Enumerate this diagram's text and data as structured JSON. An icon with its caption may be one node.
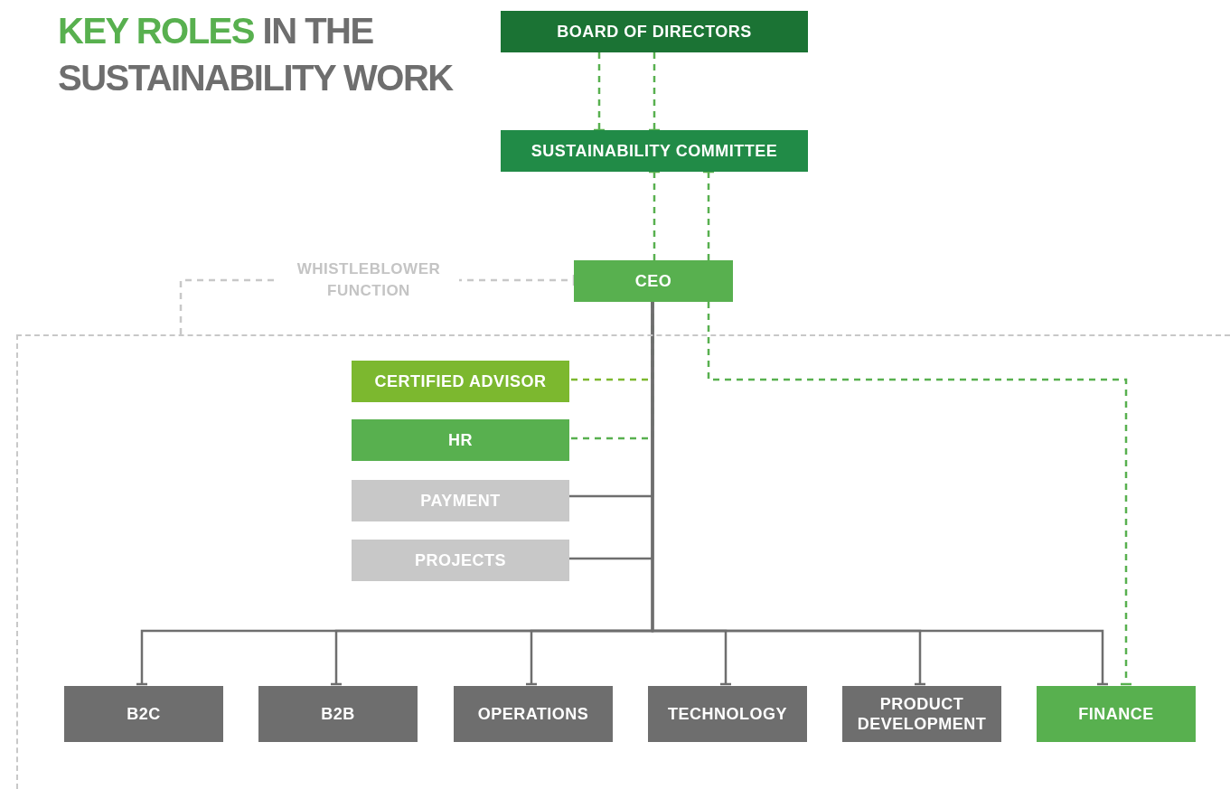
{
  "diagram": {
    "title": "**KEY ROLES** IN THE SUSTAINABILITY WORK",
    "nodes": [
      {
        "text": [
          "BOARD OF DIRECTORS"
        ]
      },
      {
        "text": [
          "SUSTAINABILITY COMMITTEE"
        ]
      },
      {
        "text": [
          "CEO"
        ]
      },
      {
        "text": [],
        "shape": "box"
      },
      {
        "text": [
          "CERTIFIED ADVISOR"
        ],
        "in": 3
      },
      {
        "text": [
          "HR"
        ],
        "in": 3
      },
      {
        "text": [
          "PAYMENT"
        ],
        "in": 3
      },
      {
        "text": [
          "PROJECTS"
        ],
        "in": 3
      },
      {
        "text": [
          "B2C"
        ],
        "in": 3
      },
      {
        "text": [
          "B2B"
        ],
        "in": 3
      },
      {
        "text": [
          "OPERATIONS"
        ],
        "in": 3
      },
      {
        "text": [
          "TECHNOLOGY"
        ],
        "in": 3
      },
      {
        "text": [
          "PRODUCT DEVELOPMENT"
        ],
        "in": 3
      },
      {
        "text": [
          "FINANCE"
        ],
        "in": 3
      }
    ],
    "edges": [
      {
        "from": 0,
        "to": 1,
        "arrow": "other",
        "style": "dashed",
        "color": "#58b04f"
      },
      {
        "from": 0,
        "to": 1,
        "arrow": "other",
        "style": "dashed",
        "color": "#58b04f"
      },
      {
        "from": 2,
        "to": 1,
        "arrow": "other",
        "style": "dashed",
        "color": "#58b04f"
      },
      {
        "from": 2,
        "to": 1,
        "arrow": "other",
        "style": "dashed",
        "color": "#58b04f"
      },
      {
        "from": 3,
        "to": 2,
        "arrow": "other",
        "label": "WHISTLEBLOWER FUNCTION",
        "style": "dashed",
        "color": "#c8c8c8"
      },
      {
        "from": 2,
        "to": 4,
        "arrow": "other",
        "style": "dashed",
        "color": "#7cb82f"
      },
      {
        "from": 2,
        "to": 5,
        "arrow": "other",
        "style": "dashed",
        "color": "#58b04f"
      },
      {
        "from": 2,
        "to": 6,
        "arrow": "other"
      },
      {
        "from": 2,
        "to": 7,
        "arrow": "other"
      },
      {
        "from": 2,
        "to": 8,
        "arrow": "other"
      },
      {
        "from": 2,
        "to": 9,
        "arrow": "other"
      },
      {
        "from": 2,
        "to": 10,
        "arrow": "other"
      },
      {
        "from": 2,
        "to": 11,
        "arrow": "other"
      },
      {
        "from": 2,
        "to": 12,
        "arrow": "other"
      },
      {
        "from": 2,
        "to": 13,
        "arrow": "other"
      },
      {
        "from": 2,
        "to": 13,
        "arrow": "other",
        "style": "dashed",
        "color": "#58b04f"
      }
    ]
  }
}
